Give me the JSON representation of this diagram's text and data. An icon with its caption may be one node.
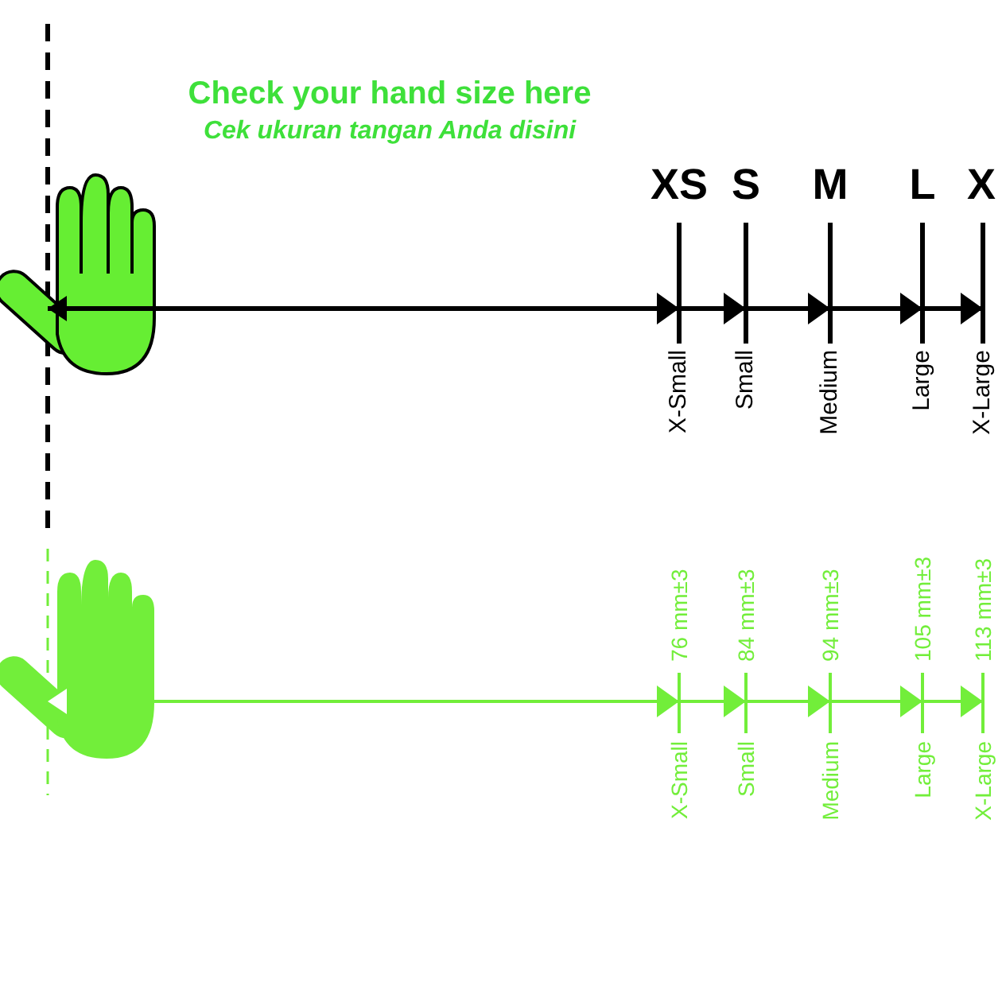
{
  "diagram": {
    "labels": [
      "Check your hand size here",
      "Cek ukuran tangan Anda disini",
      "XS",
      "S",
      "M",
      "L",
      "X",
      "X-Small",
      "Small",
      "Medium",
      "Large",
      "X-Large",
      "76 mm±3",
      "84 mm±3",
      "94 mm±3",
      "105 mm±3",
      "113 mm±3",
      "X-Small",
      "Small",
      "Medium",
      "Large",
      "X-Large"
    ]
  }
}
